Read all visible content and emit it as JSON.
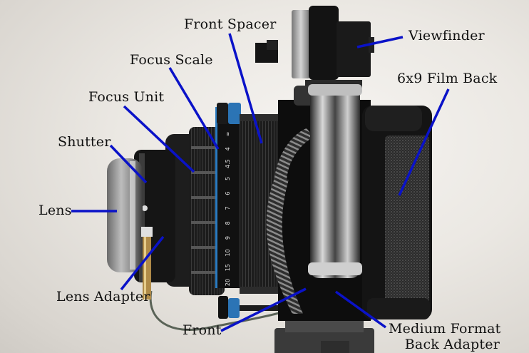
{
  "figure": {
    "subject": "Medium format camera assembly (side view) on tripod",
    "leader_color": "#0a12c8",
    "labels": {
      "front_spacer": "Front Spacer",
      "viewfinder": "Viewfinder",
      "focus_scale": "Focus Scale",
      "film_back": "6x9 Film Back",
      "focus_unit": "Focus Unit",
      "shutter": "Shutter",
      "lens": "Lens",
      "lens_adapter": "Lens Adapter",
      "front": "Front",
      "medium_format_line1": "Medium Format",
      "medium_format_line2": "Back Adapter"
    },
    "focus_scale_marks": [
      "∞",
      "4",
      "4.5",
      "5",
      "6",
      "7",
      "8",
      "9",
      "10",
      "15",
      "20"
    ]
  }
}
